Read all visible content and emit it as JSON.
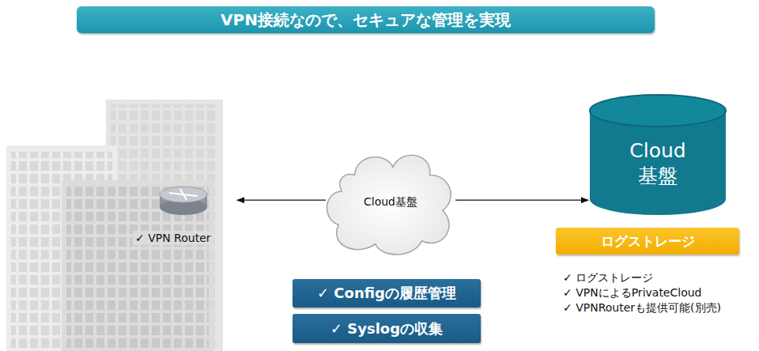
{
  "diagram": {
    "title": "VPN接続なので、セキュアな管理を実現",
    "nodes": [
      {
        "text": [
          "✓  VPN Router"
        ]
      },
      {
        "text": [
          "Cloud基盤"
        ]
      },
      {
        "text": [
          "Cloud 基盤"
        ]
      },
      {
        "text": [
          "ログストレージ"
        ]
      },
      {
        "text": [
          "✓ Configの履歴管理"
        ]
      },
      {
        "text": [
          "✓ Syslogの収集"
        ]
      }
    ],
    "edges": [
      {
        "from": 1,
        "to": 0,
        "arrow": "to"
      },
      {
        "from": 1,
        "to": 2,
        "arrow": "to"
      }
    ],
    "labels": [
      "✓  ログストレージ",
      "✓  VPNによるPrivateCloud",
      "✓  VPNRouterも提供可能(別売)"
    ]
  }
}
